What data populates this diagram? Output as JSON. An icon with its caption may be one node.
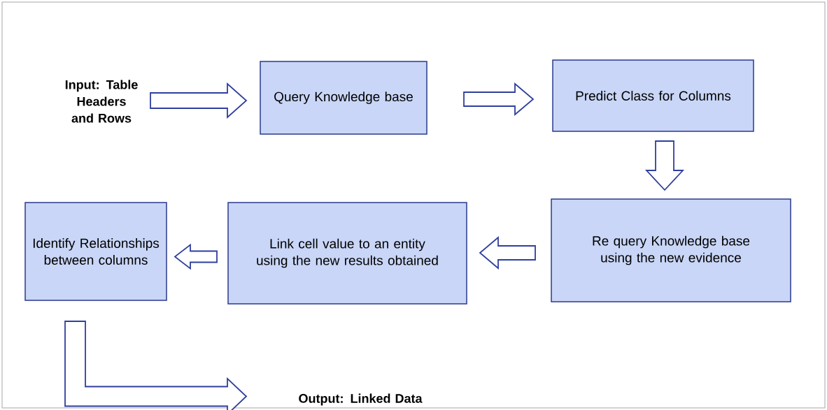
{
  "diagram": {
    "nodes": [
      {
        "text": [
          "Input: Table Headers and Rows"
        ]
      },
      {
        "text": [
          "Query Knowledge base"
        ]
      },
      {
        "text": [
          "Predict Class for Columns"
        ]
      },
      {
        "text": [
          "Re query Knowledge base using the new evidence"
        ]
      },
      {
        "text": [
          "Link cell value to an entity using the new results obtained"
        ]
      },
      {
        "text": [
          "Identify Relationships between columns"
        ]
      },
      {
        "text": [
          "Output: Linked Data"
        ]
      }
    ],
    "edges": [
      {
        "from": 0,
        "to": 1,
        "arrow": "to"
      },
      {
        "from": 1,
        "to": 2,
        "arrow": "to"
      },
      {
        "from": 2,
        "to": 3,
        "arrow": "to"
      },
      {
        "from": 3,
        "to": 4,
        "arrow": "to"
      },
      {
        "from": 4,
        "to": 5,
        "arrow": "to"
      },
      {
        "from": 5,
        "to": 6,
        "arrow": "to"
      }
    ]
  }
}
